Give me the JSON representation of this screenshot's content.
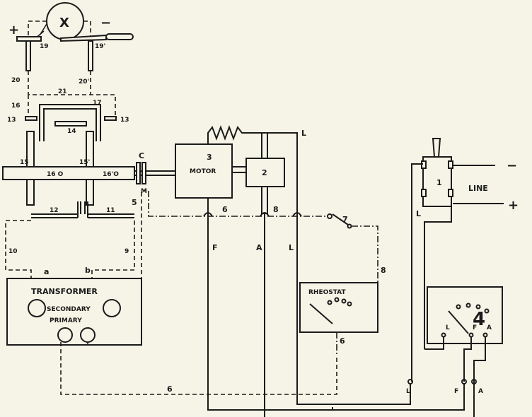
{
  "components": {
    "generator_symbol": "X",
    "motor_label": "MOTOR",
    "motor_number": "3",
    "exciter_number": "2",
    "line_switch_number": "1",
    "line_label": "LINE",
    "transformer_title": "TRANSFORMER",
    "transformer_secondary": "SECONDARY",
    "transformer_primary": "PRIMARY",
    "rheostat_title": "RHEOSTAT",
    "meter_number": "4"
  },
  "signs": {
    "plus_left": "+",
    "minus_left": "−",
    "minus_line": "−",
    "plus_line": "+"
  },
  "numbers": {
    "n19": "19",
    "n19p": "19'",
    "n20": "20",
    "n20p": "20'",
    "n21": "21",
    "n16": "16",
    "n17": "17",
    "n13a": "13",
    "n13b": "13",
    "n14": "14",
    "n15": "15",
    "n15p": "15'",
    "n16o": "16 O",
    "n16po": "16'O",
    "n12": "12",
    "n11": "11",
    "n10": "10",
    "n9": "9",
    "n5": "5",
    "n6a": "6",
    "n6b": "6",
    "n6c": "6",
    "n7": "7",
    "n8a": "8",
    "n8b": "8"
  },
  "letters": {
    "a": "a",
    "b": "b",
    "C": "C",
    "M": "M",
    "F_wire": "F",
    "A_wire": "A",
    "L_wire": "L",
    "L_top": "L",
    "L_switch": "L",
    "meter_L": "L",
    "meter_F": "F",
    "meter_A": "A",
    "bottom_L": "L",
    "bottom_F": "F",
    "bottom_A": "A"
  }
}
